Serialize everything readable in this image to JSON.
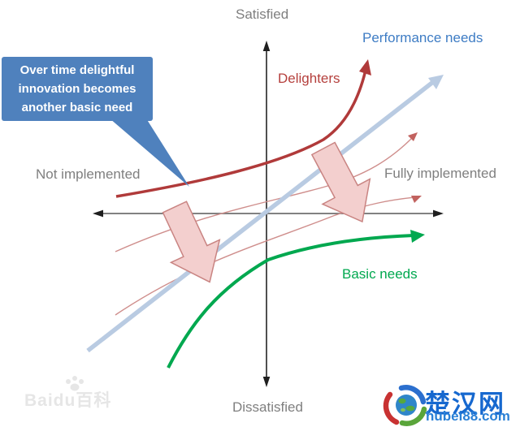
{
  "axes": {
    "top_label": "Satisfied",
    "bottom_label": "Dissatisfied",
    "left_label": "Not implemented",
    "right_label": "Fully implemented"
  },
  "curves": {
    "delighters_label": "Delighters",
    "performance_label": "Performance needs",
    "basic_label": "Basic needs"
  },
  "callout": {
    "text": "Over time delightful innovation becomes another basic need"
  },
  "watermarks": {
    "baidu_text": "Baidu百科",
    "site_name": "楚汉网",
    "site_url": "hubei88.com"
  },
  "colors": {
    "callout_bg": "#4f81bd",
    "delighters_red": "#b03a3a",
    "performance_line_blue": "#b9cbe2",
    "performance_label_blue": "#3e7cc4",
    "basic_green": "#00a84f",
    "transition_pink": "#cf8e8c",
    "big_arrow_fill": "#f3cfce",
    "big_arrow_stroke": "#c98482",
    "axis_gray": "#6f6f6f",
    "label_gray": "#7f7f7f"
  },
  "icons": {
    "baidu_logo": "paw-icon",
    "hubei88_logo": "globe-swirl-icon"
  }
}
